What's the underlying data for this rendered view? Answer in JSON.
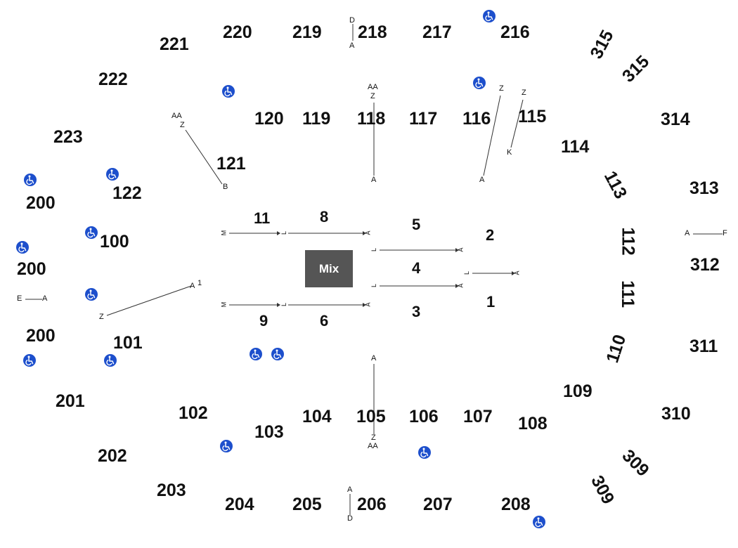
{
  "mix_label": "Mix",
  "colors": {
    "wheelchair": "#1d4fcc",
    "mix_box": "#555555",
    "text": "#111111"
  },
  "sections_200": [
    "221",
    "220",
    "219",
    "218",
    "217",
    "216",
    "222",
    "223",
    "200",
    "200",
    "200",
    "201",
    "202",
    "203",
    "204",
    "205",
    "206",
    "207",
    "208"
  ],
  "sections_100": [
    "120",
    "119",
    "118",
    "117",
    "116",
    "115",
    "114",
    "121",
    "122",
    "100",
    "101",
    "102",
    "103",
    "104",
    "105",
    "106",
    "107",
    "108",
    "109",
    "113",
    "112",
    "111",
    "110"
  ],
  "sections_300": [
    "315",
    "315",
    "314",
    "313",
    "312",
    "311",
    "310",
    "309",
    "309"
  ],
  "floor_sections": [
    "11",
    "8",
    "5",
    "2",
    "4",
    "1",
    "9",
    "6",
    "3"
  ],
  "row_labels": {
    "d218": "D",
    "a218": "A",
    "aa118": "AA",
    "z118": "Z",
    "a118": "A",
    "aa121": "AA",
    "z121": "Z",
    "b121": "B",
    "z116": "Z",
    "a116": "A",
    "z115": "Z",
    "k115": "K",
    "e200": "E",
    "a200": "A",
    "a101": "A",
    "one101": "1",
    "z101": "Z",
    "a105": "A",
    "z105": "Z",
    "aa105": "AA",
    "a206": "A",
    "d206": "D",
    "a312": "A",
    "f312": "F",
    "m11": "M",
    "l11": "L",
    "a8": "A",
    "l5": "L",
    "a5": "A",
    "l2": "L",
    "a2": "A",
    "l4": "L",
    "a4": "A",
    "m9": "M",
    "l9": "L",
    "a6": "A"
  },
  "wheelchair_icon": "wheelchair-icon"
}
